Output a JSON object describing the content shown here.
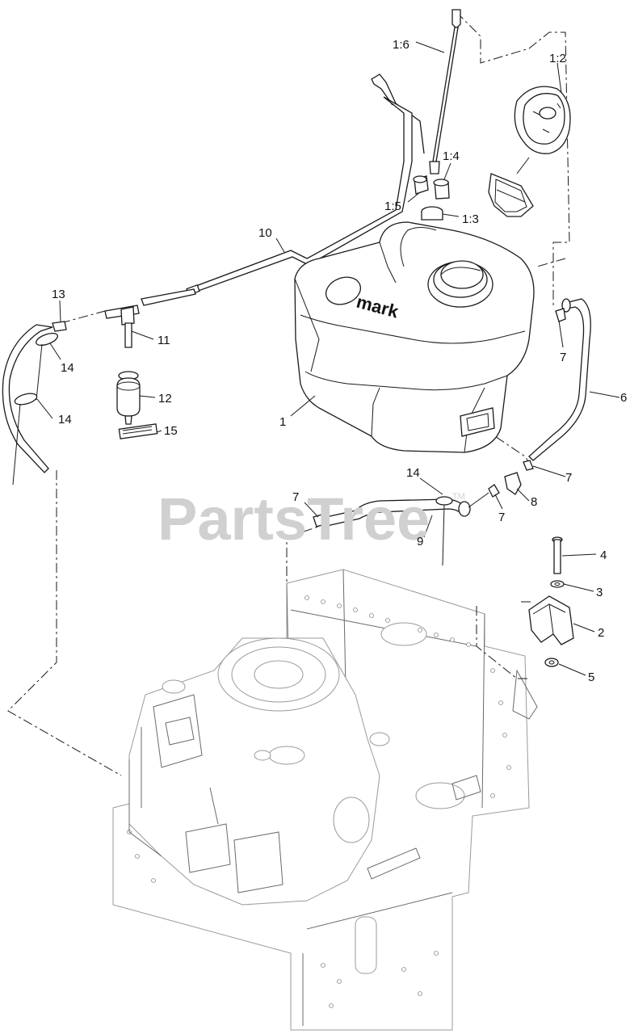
{
  "diagram": {
    "watermark": "PartsTree",
    "watermark_tm": "TM",
    "tank_brand": "mark",
    "callouts": [
      {
        "id": "c-1-6",
        "label": "1:6"
      },
      {
        "id": "c-1-2",
        "label": "1:2"
      },
      {
        "id": "c-1-4",
        "label": "1:4"
      },
      {
        "id": "c-1-5",
        "label": "1:5"
      },
      {
        "id": "c-1-3",
        "label": "1:3"
      },
      {
        "id": "c-10",
        "label": "10"
      },
      {
        "id": "c-13",
        "label": "13"
      },
      {
        "id": "c-11",
        "label": "11"
      },
      {
        "id": "c-14a",
        "label": "14"
      },
      {
        "id": "c-12",
        "label": "12"
      },
      {
        "id": "c-14b",
        "label": "14"
      },
      {
        "id": "c-15",
        "label": "15"
      },
      {
        "id": "c-1",
        "label": "1"
      },
      {
        "id": "c-7a",
        "label": "7"
      },
      {
        "id": "c-6",
        "label": "6"
      },
      {
        "id": "c-14c",
        "label": "14"
      },
      {
        "id": "c-7b",
        "label": "7"
      },
      {
        "id": "c-7c",
        "label": "7"
      },
      {
        "id": "c-8",
        "label": "8"
      },
      {
        "id": "c-7d",
        "label": "7"
      },
      {
        "id": "c-9",
        "label": "9"
      },
      {
        "id": "c-4",
        "label": "4"
      },
      {
        "id": "c-3",
        "label": "3"
      },
      {
        "id": "c-2",
        "label": "2"
      },
      {
        "id": "c-5",
        "label": "5"
      }
    ]
  }
}
